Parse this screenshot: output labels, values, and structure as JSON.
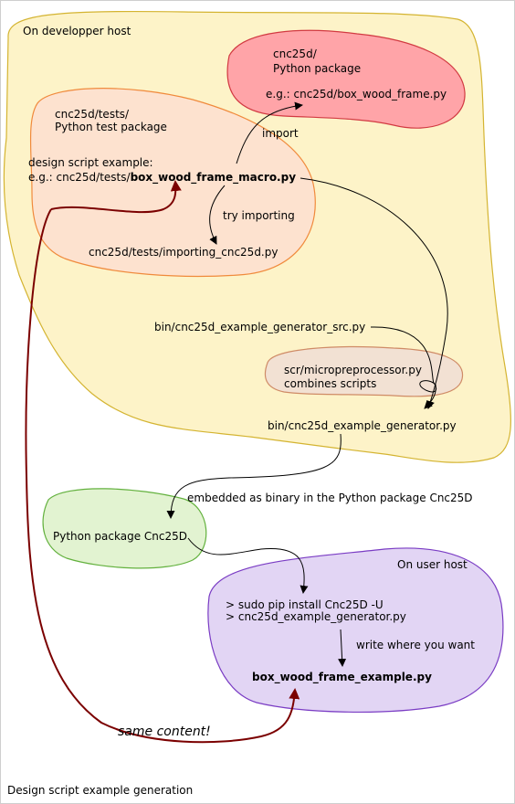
{
  "regions": {
    "developer_host": "On developper host",
    "user_host": "On user host"
  },
  "python_package": {
    "line1": "cnc25d/",
    "line2": "Python package",
    "example": "e.g.: cnc25d/box_wood_frame.py"
  },
  "test_package": {
    "line1": "cnc25d/tests/",
    "line2": "Python test package",
    "design_label": "design script example:",
    "example_prefix": "e.g.: cnc25d/tests/",
    "example_file": "box_wood_frame_macro.py",
    "importing_file": "cnc25d/tests/importing_cnc25d.py"
  },
  "edges": {
    "import": "import",
    "try_importing": "try importing",
    "embedded": "embedded as binary in the Python package Cnc25D",
    "write": "write where you want",
    "same_content": "same content!"
  },
  "generator": {
    "src": "bin/cnc25d_example_generator_src.py",
    "output": "bin/cnc25d_example_generator.py"
  },
  "preprocessor": {
    "line1": "scr/micropreprocessor.py",
    "line2": "combines scripts"
  },
  "package_cnc25d": "Python package Cnc25D",
  "user_commands": {
    "cmd1": "> sudo pip install Cnc25D -U",
    "cmd2": "> cnc25d_example_generator.py",
    "output_file": "box_wood_frame_example.py"
  },
  "caption": "Design script example generation",
  "colors": {
    "developer_fill": "#fdf3c8",
    "developer_stroke": "#d4b431",
    "package_fill": "#ffa4a8",
    "package_stroke": "#d23a42",
    "tests_fill": "#fde2cf",
    "tests_stroke": "#f08a3c",
    "preproc_fill": "#f2e1d3",
    "preproc_stroke": "#cf8b66",
    "cnc25d_fill": "#e2f3d1",
    "cnc25d_stroke": "#63b13e",
    "user_fill": "#e2d5f4",
    "user_stroke": "#7a3cc4",
    "same_content_arrow": "#7b0000"
  }
}
